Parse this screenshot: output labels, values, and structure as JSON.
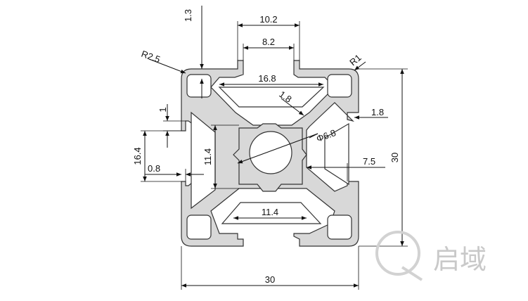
{
  "colors": {
    "profile_fill": "#d8d8d8",
    "outline": "#333333",
    "dimension": "#111111",
    "logo": "#c9c9c9"
  },
  "dimensions": {
    "top_slot_outer": "10.2",
    "top_slot_inner": "8.2",
    "wall_1_3": "1.3",
    "radius_outer": "R2.5",
    "radius_r1": "R1",
    "inner_16_8": "16.8",
    "web_1_8": "1.8",
    "lip_1_8": "1.8",
    "lip_1": "1",
    "bore_diameter": "Φ6.8",
    "core_vertical": "11.4",
    "core_horizontal": "11.4",
    "side_16_4": "16.4",
    "side_0_8": "0.8",
    "offset_7_5": "7.5",
    "overall_height": "30",
    "overall_width": "30"
  },
  "logo": {
    "text": "启域"
  }
}
